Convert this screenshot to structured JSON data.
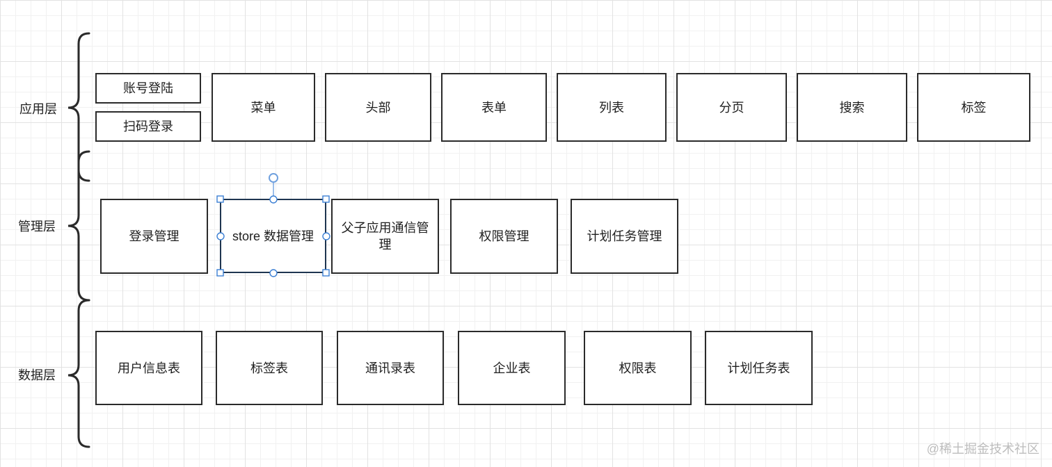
{
  "layers": [
    {
      "id": "app",
      "label": "应用层",
      "boxes": [
        {
          "id": "account-login",
          "label": "账号登陆"
        },
        {
          "id": "qr-login",
          "label": "扫码登录"
        },
        {
          "id": "menu",
          "label": "菜单"
        },
        {
          "id": "header",
          "label": "头部"
        },
        {
          "id": "form",
          "label": "表单"
        },
        {
          "id": "list",
          "label": "列表"
        },
        {
          "id": "pagination",
          "label": "分页"
        },
        {
          "id": "search",
          "label": "搜索"
        },
        {
          "id": "tags",
          "label": "标签"
        }
      ]
    },
    {
      "id": "manage",
      "label": "管理层",
      "boxes": [
        {
          "id": "login-manage",
          "label": "登录管理"
        },
        {
          "id": "store-manage",
          "label": "store 数据管理",
          "selected": true
        },
        {
          "id": "parent-child-comm",
          "label": "父子应用通信管理"
        },
        {
          "id": "permission-manage",
          "label": "权限管理"
        },
        {
          "id": "schedule-manage",
          "label": "计划任务管理"
        }
      ]
    },
    {
      "id": "data",
      "label": "数据层",
      "boxes": [
        {
          "id": "user-info-table",
          "label": "用户信息表"
        },
        {
          "id": "tag-table",
          "label": "标签表"
        },
        {
          "id": "contacts-table",
          "label": "通讯录表"
        },
        {
          "id": "company-table",
          "label": "企业表"
        },
        {
          "id": "permission-table",
          "label": "权限表"
        },
        {
          "id": "schedule-table",
          "label": "计划任务表"
        }
      ]
    }
  ],
  "watermark": "@稀土掘金技术社区",
  "colors": {
    "box_border": "#2a2a2a",
    "selection_handle": "#3b7fd4",
    "grid_major": "#e2e2e2",
    "grid_minor": "#f1f1f1"
  }
}
